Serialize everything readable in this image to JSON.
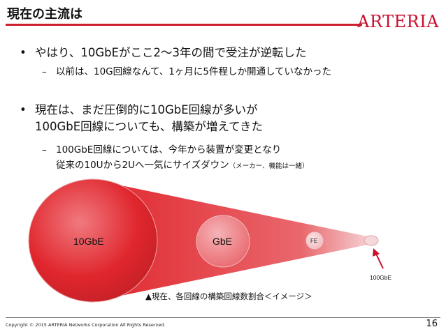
{
  "header": {
    "title": "現在の主流は",
    "logo_text": "ARTERIA",
    "accent_color": "#c8102e"
  },
  "bullets": [
    {
      "lines": [
        "やはり、10GbEがここ2〜3年の間で受注が逆転した"
      ],
      "sub": [
        {
          "lines": [
            "以前は、10G回線なんて、1ヶ月に5件程しか開通していなかった"
          ],
          "note": ""
        }
      ]
    },
    {
      "lines": [
        "現在は、まだ圧倒的に10GbE回線が多いが",
        "100GbE回線についても、構築が増えてきた"
      ],
      "sub": [
        {
          "lines": [
            "100GbE回線については、今年から装置が変更となり",
            "従来の10Uから2Uへ一気にサイズダウン"
          ],
          "note": "（メーカー、機能は一緒）"
        }
      ]
    }
  ],
  "diagram": {
    "labels": {
      "ge10": "10GbE",
      "ge": "GbE",
      "fe": "FE",
      "ge100": "100GbE"
    },
    "caption": "▲現在、各回線の構築回線数割合＜イメージ＞",
    "colors": {
      "red": "#e0262d",
      "pink": "#f1c4c6"
    }
  },
  "footer": {
    "copyright": "Copyright © 2015 ARTERIA Networks Corporation All Rights Reserved.",
    "page_number": "16"
  }
}
